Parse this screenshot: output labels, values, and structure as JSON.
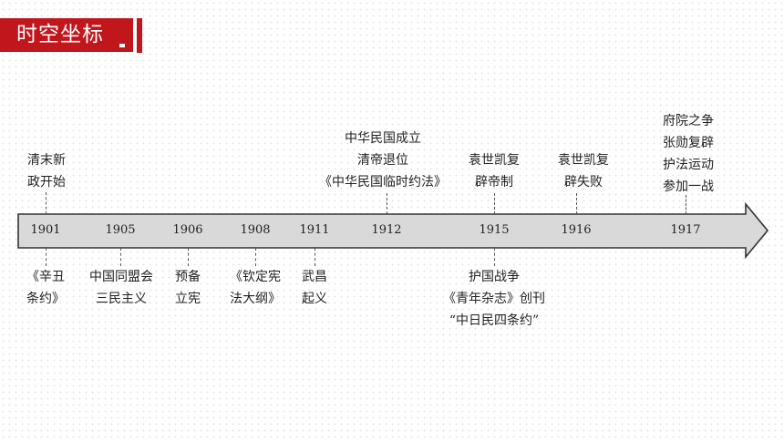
{
  "header": {
    "title": "时空坐标",
    "accent_color": "#c0161c"
  },
  "timeline": {
    "fill_color": "#d9d9d9",
    "years": [
      "1901",
      "1905",
      "1906",
      "1908",
      "1911",
      "1912",
      "1915",
      "1916",
      "1917"
    ],
    "above": [
      [
        "清末新",
        "政开始"
      ],
      [
        "中华民国成立",
        "清帝退位",
        "《中华民国临时约法》"
      ],
      [
        "袁世凯复",
        "辟帝制"
      ],
      [
        "袁世凯复",
        "辟失败"
      ],
      [
        "府院之争",
        "张勋复辟",
        "护法运动",
        "参加一战"
      ]
    ],
    "below": [
      [
        "《辛丑",
        "条约》"
      ],
      [
        "中国同盟会",
        "三民主义"
      ],
      [
        "预备",
        "立宪"
      ],
      [
        "《钦定宪",
        "法大纲》"
      ],
      [
        "武昌",
        "起义"
      ],
      [
        "护国战争",
        "《青年杂志》创刊",
        "“中日民四条约”"
      ]
    ]
  }
}
